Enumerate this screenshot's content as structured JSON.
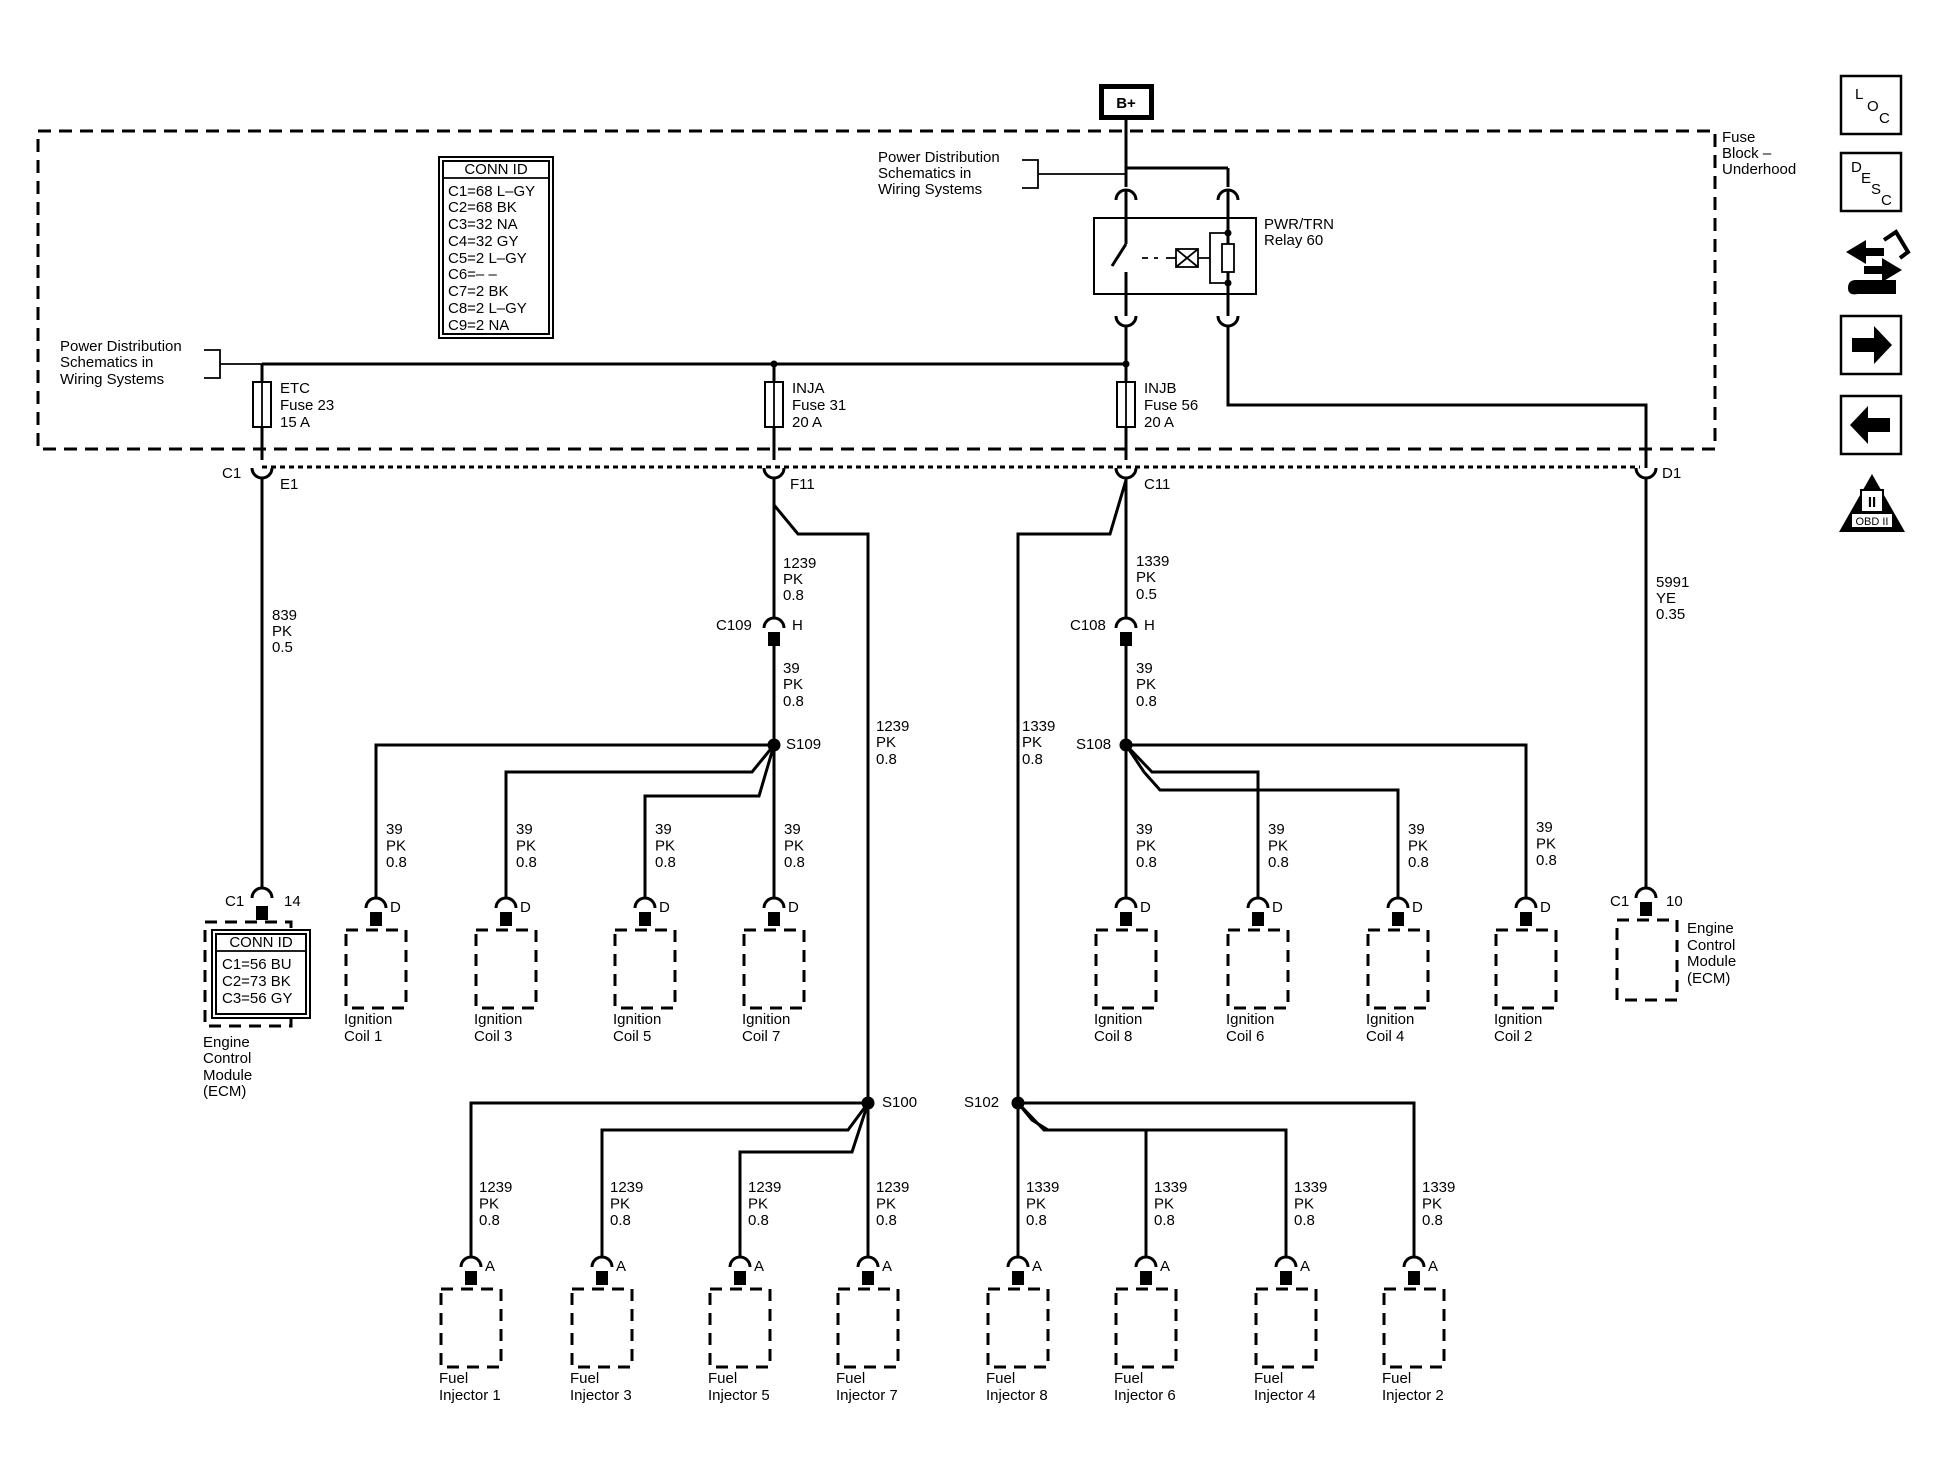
{
  "power_source": "B+",
  "fuse_block": {
    "label_lines": [
      "Fuse",
      "Block –",
      "Underhood"
    ]
  },
  "power_dist_top": {
    "lines": [
      "Power Distribution",
      "Schematics in",
      "Wiring Systems"
    ]
  },
  "power_dist_left": {
    "lines": [
      "Power Distribution",
      "Schematics in",
      "Wiring Systems"
    ]
  },
  "relay": {
    "lines": [
      "PWR/TRN",
      "Relay 60"
    ]
  },
  "conn_id_main": {
    "title": "CONN ID",
    "rows": [
      "C1=68 L–GY",
      "C2=68 BK",
      "C3=32 NA",
      "C4=32 GY",
      "C5=2 L–GY",
      "C6=– –",
      "C7=2 BK",
      "C8=2 L–GY",
      "C9=2 NA"
    ]
  },
  "fuses": [
    {
      "lines": [
        "ETC",
        "Fuse 23",
        "15 A"
      ]
    },
    {
      "lines": [
        "INJA",
        "Fuse 31",
        "20 A"
      ]
    },
    {
      "lines": [
        "INJB",
        "Fuse 56",
        "20 A"
      ]
    }
  ],
  "connectors": {
    "c1": "C1",
    "e1": "E1",
    "f11": "F11",
    "c11": "C11",
    "d1": "D1",
    "c109": "C109",
    "c109_pin": "H",
    "c108": "C108",
    "c108_pin": "H",
    "ecm_left_conn": "C1",
    "ecm_left_pin": "14",
    "ecm_right_conn": "C1",
    "ecm_right_pin": "10"
  },
  "wires": {
    "etc": [
      "839",
      "PK",
      "0.5"
    ],
    "inja_upper": [
      "1239",
      "PK",
      "0.8"
    ],
    "inja_lower": [
      "39",
      "PK",
      "0.8"
    ],
    "inja_long": [
      "1239",
      "PK",
      "0.8"
    ],
    "injb_upper": [
      "1339",
      "PK",
      "0.5"
    ],
    "injb_lower": [
      "39",
      "PK",
      "0.8"
    ],
    "injb_long": [
      "1339",
      "PK",
      "0.8"
    ],
    "d1": [
      "5991",
      "YE",
      "0.35"
    ],
    "coil": [
      "39",
      "PK",
      "0.8"
    ],
    "inj_a": [
      "1239",
      "PK",
      "0.8"
    ],
    "inj_b": [
      "1339",
      "PK",
      "0.8"
    ]
  },
  "splices": {
    "s109": "S109",
    "s108": "S108",
    "s100": "S100",
    "s102": "S102"
  },
  "pins": {
    "coil": "D",
    "injector": "A"
  },
  "ecm_left": {
    "conn_title": "CONN ID",
    "conn_rows": [
      "C1=56 BU",
      "C2=73 BK",
      "C3=56 GY"
    ],
    "label_lines": [
      "Engine",
      "Control",
      "Module",
      "(ECM)"
    ]
  },
  "ecm_right": {
    "label_lines": [
      "Engine",
      "Control",
      "Module",
      "(ECM)"
    ]
  },
  "coils_left": [
    {
      "lines": [
        "Ignition",
        "Coil 1"
      ]
    },
    {
      "lines": [
        "Ignition",
        "Coil 3"
      ]
    },
    {
      "lines": [
        "Ignition",
        "Coil 5"
      ]
    },
    {
      "lines": [
        "Ignition",
        "Coil 7"
      ]
    }
  ],
  "coils_right": [
    {
      "lines": [
        "Ignition",
        "Coil 8"
      ]
    },
    {
      "lines": [
        "Ignition",
        "Coil 6"
      ]
    },
    {
      "lines": [
        "Ignition",
        "Coil 4"
      ]
    },
    {
      "lines": [
        "Ignition",
        "Coil 2"
      ]
    }
  ],
  "injectors_left": [
    {
      "lines": [
        "Fuel",
        "Injector 1"
      ]
    },
    {
      "lines": [
        "Fuel",
        "Injector 3"
      ]
    },
    {
      "lines": [
        "Fuel",
        "Injector 5"
      ]
    },
    {
      "lines": [
        "Fuel",
        "Injector 7"
      ]
    }
  ],
  "injectors_right": [
    {
      "lines": [
        "Fuel",
        "Injector 8"
      ]
    },
    {
      "lines": [
        "Fuel",
        "Injector 6"
      ]
    },
    {
      "lines": [
        "Fuel",
        "Injector 4"
      ]
    },
    {
      "lines": [
        "Fuel",
        "Injector 2"
      ]
    }
  ],
  "nav": {
    "loc": [
      "L",
      "O",
      "C"
    ],
    "desc": [
      "D",
      "E",
      "S",
      "C"
    ],
    "obd": [
      "II",
      "OBD II"
    ],
    "icons": [
      "loc-icon",
      "desc-icon",
      "connector-repair-icon",
      "arrow-right-icon",
      "arrow-left-icon",
      "obd-ii-icon"
    ]
  }
}
